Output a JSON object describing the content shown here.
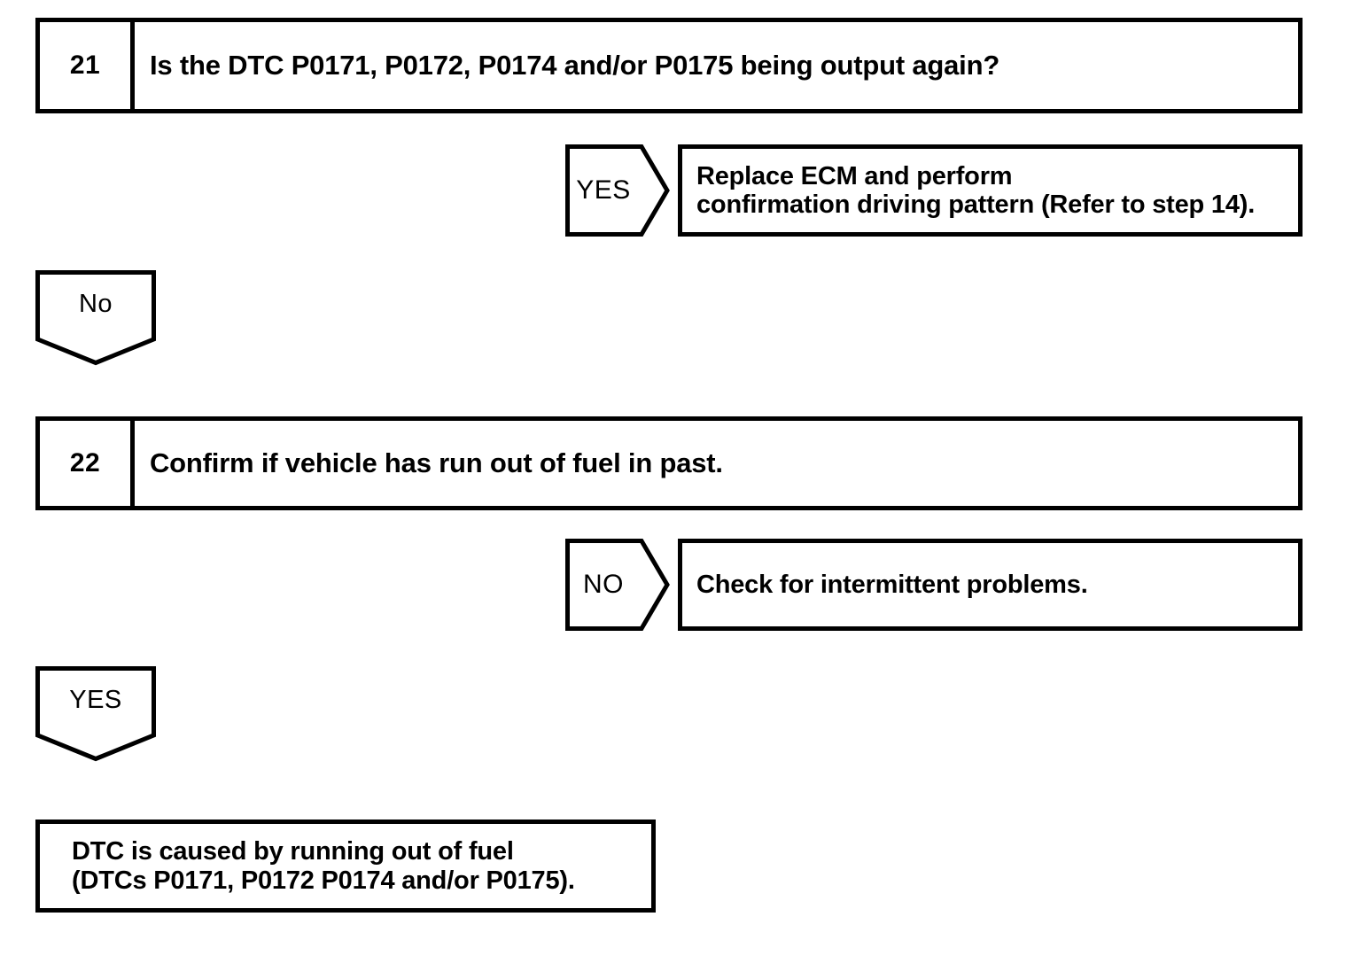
{
  "diagram": {
    "title": "DTC diagnostic troubleshooting flowchart (steps 21-22)",
    "line_color": "#000000",
    "background_color": "#ffffff",
    "steps": [
      {
        "number": "21",
        "text": "Is the DTC P0171, P0172, P0174 and/or P0175 being output again?"
      },
      {
        "number": "22",
        "text": "Confirm if vehicle has run out of fuel in past."
      }
    ],
    "branches": [
      {
        "label": "YES",
        "direction": "right",
        "from_step": "21",
        "result": "Replace  ECM and  perform\nconfirmation driving pattern (Refer to step 14)."
      },
      {
        "label": "No",
        "direction": "down",
        "from_step": "21"
      },
      {
        "label": "NO",
        "direction": "right",
        "from_step": "22",
        "result": "Check for intermittent problems."
      },
      {
        "label": "YES",
        "direction": "down",
        "from_step": "22"
      }
    ],
    "conclusion": "DTC is caused by running out of fuel\n(DTCs P0171, P0172 P0174 and/or P0175)."
  }
}
